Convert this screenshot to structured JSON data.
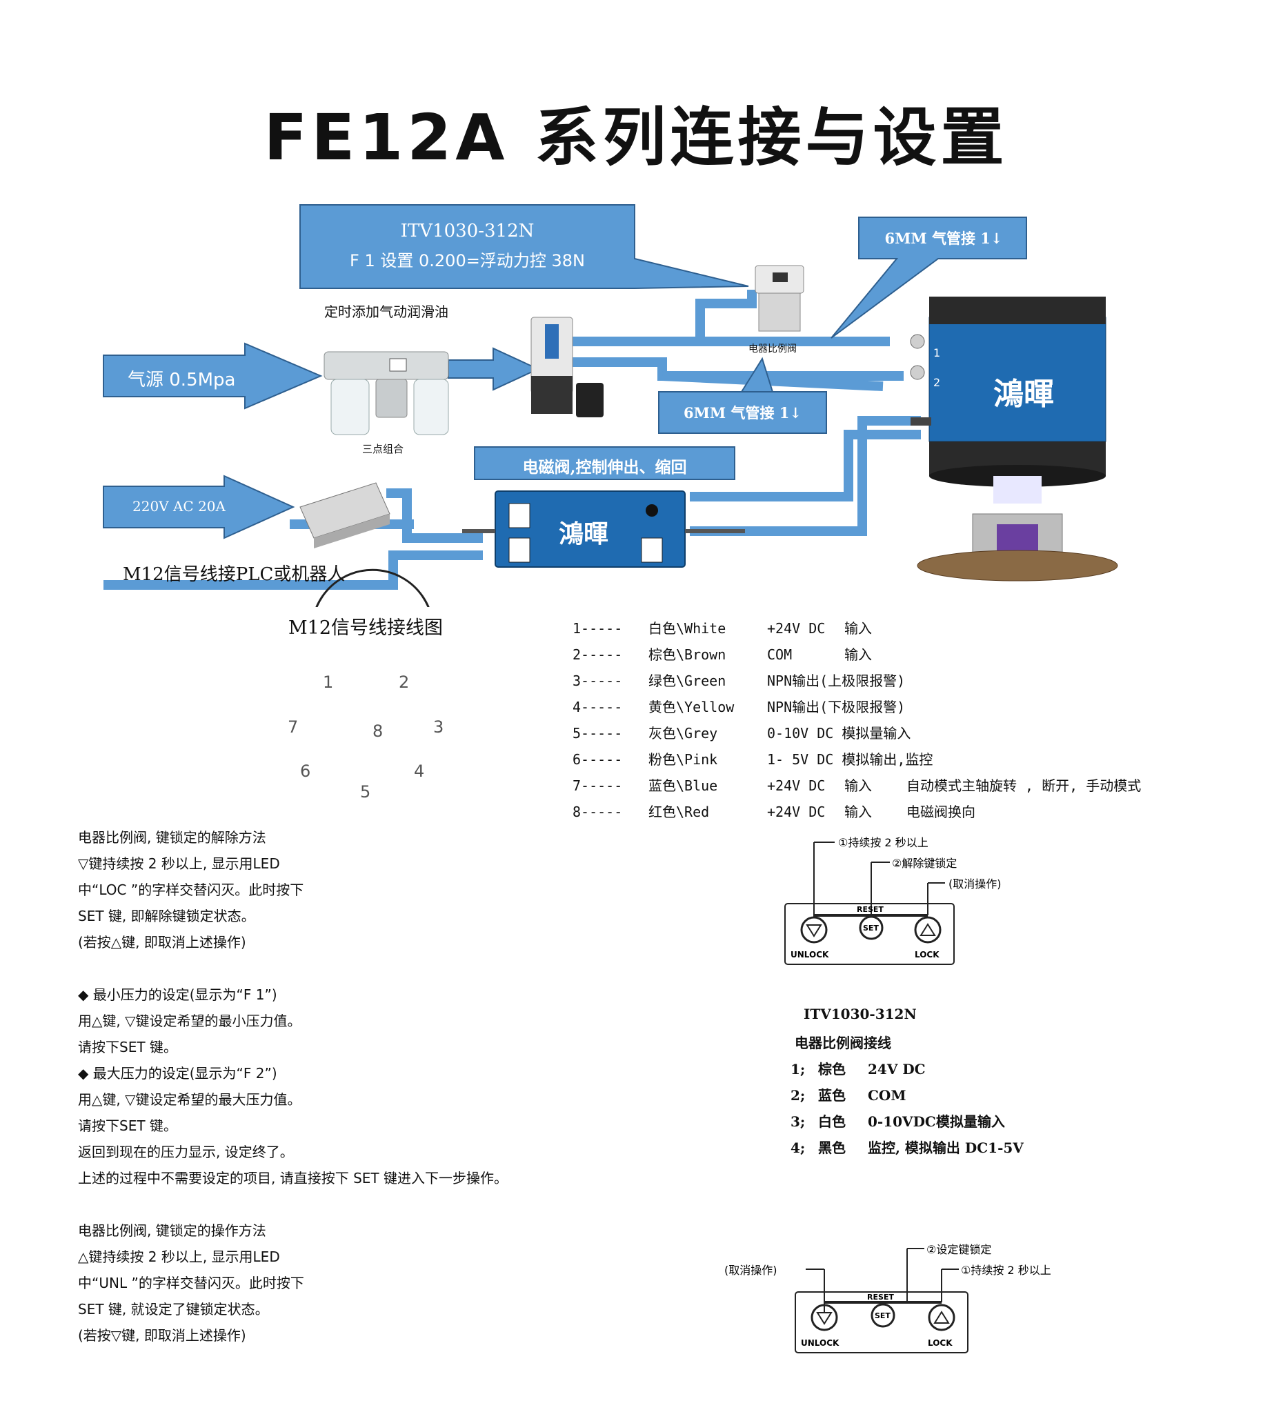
{
  "title": "FE12A 系列连接与设置",
  "diagram": {
    "regulator_callout_line1": "ITV1030-312N",
    "regulator_callout_line2": "F 1 设置 0.200=浮动力控 38N",
    "tube_callout_top": "6MM 气管接 1↓",
    "tube_callout_mid": "6MM 气管接 1↓",
    "lubrication_label": "定时添加气动润滑油",
    "air_source_label": "气源  0.5Mpa",
    "frl_label": "三点组合",
    "regulator_label": "电器比例阀",
    "solenoid_callout": "电磁阀,控制伸出、缩回",
    "power_label": "220V AC 20A",
    "signal_label": "M12信号线接PLC或机器人",
    "brand_text": "鴻暉",
    "port1": "1",
    "port2": "2"
  },
  "m12": {
    "title": "M12信号线接线图",
    "pins": [
      {
        "num": "1-----",
        "color": "白色\\White",
        "signal": "+24V DC",
        "io": "输入",
        "note": ""
      },
      {
        "num": "2-----",
        "color": "棕色\\Brown",
        "signal": "COM",
        "io": "输入",
        "note": ""
      },
      {
        "num": "3-----",
        "color": "绿色\\Green",
        "signal": "NPN输出(上极限报警)",
        "io": "",
        "note": ""
      },
      {
        "num": "4-----",
        "color": "黄色\\Yellow",
        "signal": "NPN输出(下极限报警)",
        "io": "",
        "note": ""
      },
      {
        "num": "5-----",
        "color": "灰色\\Grey",
        "signal": "0-10V DC 模拟量输入",
        "io": "",
        "note": ""
      },
      {
        "num": "6-----",
        "color": "粉色\\Pink",
        "signal": "1- 5V DC 模拟输出,监控",
        "io": "",
        "note": ""
      },
      {
        "num": "7-----",
        "color": "蓝色\\Blue",
        "signal": "+24V DC",
        "io": "输入",
        "note": "自动模式主轴旋转 , 断开, 手动模式"
      },
      {
        "num": "8-----",
        "color": "红色\\Red",
        "signal": "+24V DC",
        "io": "输入",
        "note": "电磁阀换向"
      }
    ],
    "connector_labels": [
      "1",
      "2",
      "3",
      "4",
      "5",
      "6",
      "7",
      "8"
    ]
  },
  "unlock_text": [
    "电器比例阀, 键锁定的解除方法",
    "▽键持续按 2 秒以上, 显示用LED",
    "中“LOC ”的字样交替闪灭。此时按下",
    "SET 键, 即解除键锁定状态。",
    "(若按△键, 即取消上述操作)"
  ],
  "pressure_text": [
    "◆  最小压力的设定(显示为“F   1”)",
    "用△键, ▽键设定希望的最小压力值。",
    "请按下SET 键。",
    "◆  最大压力的设定(显示为“F   2”)",
    "用△键, ▽键设定希望的最大压力值。",
    "请按下SET 键。",
    "返回到现在的压力显示, 设定终了。",
    "上述的过程中不需要设定的项目, 请直接按下 SET 键进入下一步操作。"
  ],
  "lock_text": [
    "电器比例阀, 键锁定的操作方法",
    "△键持续按 2 秒以上, 显示用LED",
    "中“UNL ”的字样交替闪灭。此时按下",
    "SET 键, 就设定了键锁定状态。",
    "(若按▽键, 即取消上述操作)"
  ],
  "panel1": {
    "note1": "①持续按 2 秒以上",
    "note2": "②解除键锁定",
    "note3": "(取消操作)",
    "reset": "RESET",
    "set": "SET",
    "unlock": "UNLOCK",
    "lock": "LOCK"
  },
  "panel2": {
    "note1": "②设定键锁定",
    "note2": "①持续按 2 秒以上",
    "note3": "(取消操作)",
    "reset": "RESET",
    "set": "SET",
    "unlock": "UNLOCK",
    "lock": "LOCK"
  },
  "wiring": {
    "title1": "ITV1030-312N",
    "title2": "电器比例阀接线",
    "rows": [
      {
        "num": "1;",
        "color": "棕色",
        "desc": "24V DC"
      },
      {
        "num": "2;",
        "color": "蓝色",
        "desc": "COM"
      },
      {
        "num": "3;",
        "color": "白色",
        "desc": "0-10VDC模拟量输入"
      },
      {
        "num": "4;",
        "color": "黑色",
        "desc": "监控, 模拟输出 DC1-5V"
      }
    ]
  }
}
